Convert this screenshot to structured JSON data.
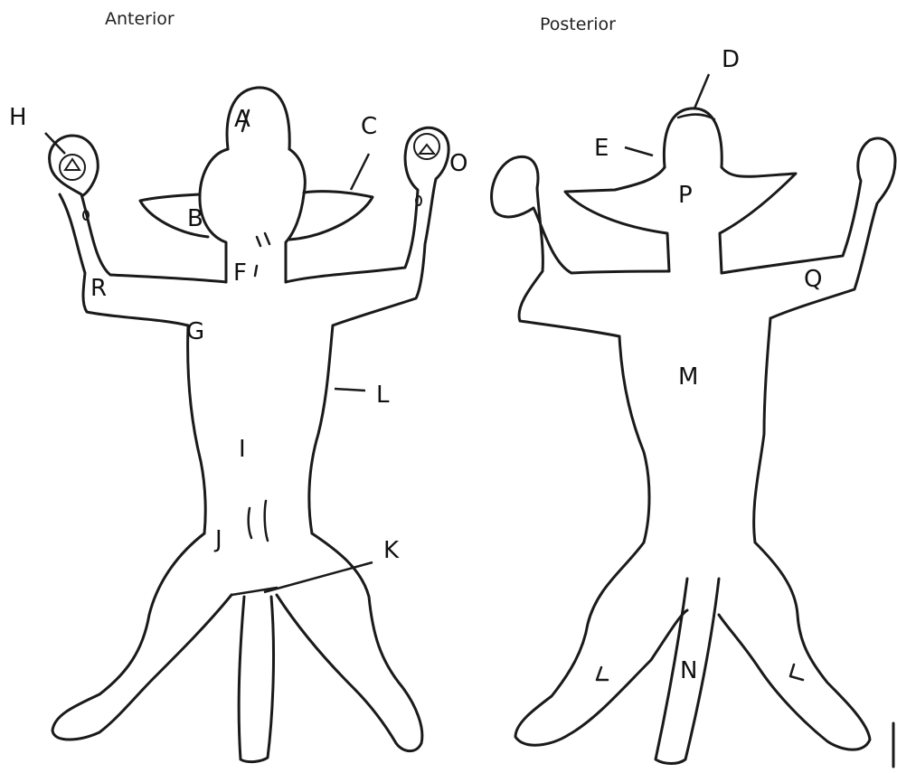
{
  "views": {
    "anterior": {
      "title": "Anterior"
    },
    "posterior": {
      "title": "Posterior"
    }
  },
  "labels": {
    "A": "A",
    "B": "B",
    "C": "C",
    "D": "D",
    "E": "E",
    "F": "F",
    "G": "G",
    "H": "H",
    "I": "I",
    "J": "J",
    "K": "K",
    "L": "L",
    "M": "M",
    "N": "N",
    "O": "O",
    "P": "P",
    "Q": "Q",
    "R": "R"
  },
  "colors": {
    "ink": "#1a1a1a",
    "background": "#ffffff"
  }
}
